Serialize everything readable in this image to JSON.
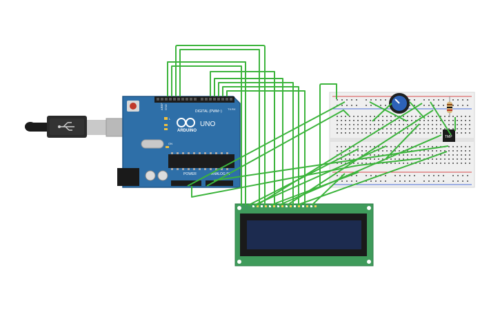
{
  "colors": {
    "wire": "#3cb43c",
    "board": "#2e6fa8",
    "board_edge": "#1f5585",
    "lcd_pcb": "#3f9b5b",
    "lcd_screen": "#1c2b4f",
    "breadboard": "#efefef",
    "rail_red": "#d94a4a",
    "rail_blue": "#4a6ed9"
  },
  "arduino": {
    "brand": "ARDUINO",
    "model": "UNO",
    "digital_label": "DIGITAL (PWM~)",
    "power_label": "POWER",
    "analog_label": "ANALOG IN",
    "aref_label": "AREF",
    "gnd_label": "GND",
    "tx_label": "TX",
    "rx_label": "RX",
    "led_label": "L",
    "on_label": "ON"
  },
  "sensor": {
    "label": "TMP"
  },
  "icons": {
    "usb": "usb-cable-icon",
    "potentiometer": "potentiometer-icon",
    "resistor": "resistor-icon",
    "reset": "reset-button-icon"
  }
}
